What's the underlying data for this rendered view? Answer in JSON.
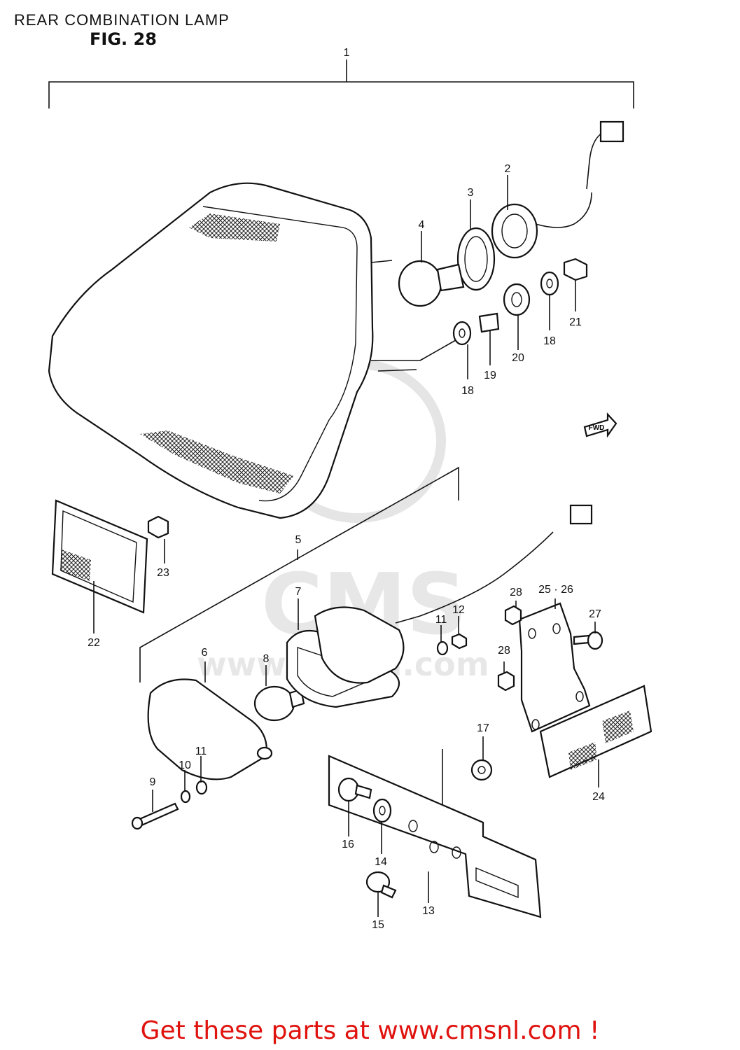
{
  "header": {
    "title": "REAR COMBINATION LAMP",
    "figure": "FIG. 28"
  },
  "fwd_label": "FWD",
  "watermark": {
    "brand": "CMS",
    "url": "www.cmsnl.com"
  },
  "callouts": {
    "c1": "1",
    "c2": "2",
    "c3": "3",
    "c4": "4",
    "c5": "5",
    "c6": "6",
    "c7": "7",
    "c8": "8",
    "c9": "9",
    "c10": "10",
    "c11a": "11",
    "c11b": "11",
    "c12": "12",
    "c13": "13",
    "c14": "14",
    "c15": "15",
    "c16": "16",
    "c17": "17",
    "c18a": "18",
    "c18b": "18",
    "c19": "19",
    "c20": "20",
    "c21": "21",
    "c22": "22",
    "c23": "23",
    "c24": "24",
    "c25_26": "25 · 26",
    "c27": "27",
    "c28a": "28",
    "c28b": "28"
  },
  "footer": {
    "text": "Get these parts at www.cmsnl.com !"
  }
}
